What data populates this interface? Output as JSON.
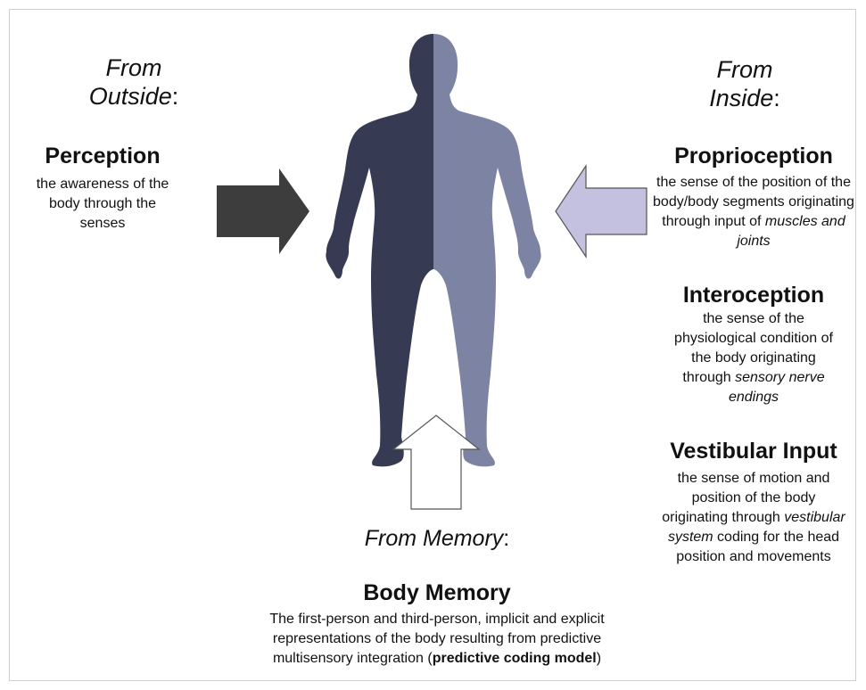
{
  "outside": {
    "heading_a": "From",
    "heading_b": "Outside",
    "colon": ":",
    "title": "Perception",
    "desc": "the awareness of the body through the senses"
  },
  "inside": {
    "heading_a": "From",
    "heading_b": "Inside",
    "colon": ":",
    "proprioception": {
      "title": "Proprioception",
      "desc_a": "the sense of the position of the body/body segments originating through input of ",
      "desc_em": "muscles and joints"
    },
    "interoception": {
      "title": "Interoception",
      "desc_a": "the sense of the physiological condition of the body originating through ",
      "desc_em": "sensory nerve endings"
    },
    "vestibular": {
      "title": "Vestibular Input",
      "desc_a": "the sense of motion and position of the body originating through ",
      "desc_em": "vestibular system",
      "desc_b": " coding for the head position and movements"
    }
  },
  "memory": {
    "heading": "From Memory",
    "colon": ":",
    "title": "Body Memory",
    "desc_a": "The first-person and third-person, implicit and explicit representations of the body resulting from predictive multisensory integration (",
    "desc_bold": "predictive coding model",
    "desc_b": ")"
  },
  "colors": {
    "body_dark": "#363a52",
    "body_light": "#7c83a3",
    "arrow_outside": "#3d3d3d",
    "arrow_inside": "#c3c0e0",
    "arrow_memory": "#ffffff"
  }
}
